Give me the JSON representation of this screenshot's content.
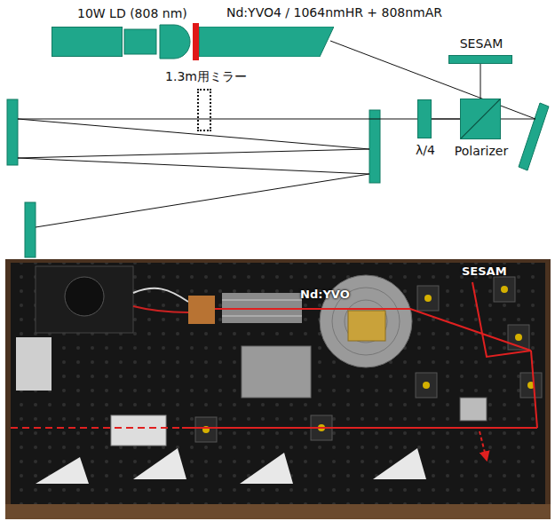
{
  "diagram": {
    "nodes": [
      {
        "text": [
          "10W LD (808 nm)"
        ]
      },
      {
        "text": [
          "Nd:YVO4 / 1064nmHR + 808nmAR"
        ]
      },
      {
        "text": [
          "SESAM"
        ]
      },
      {
        "text": [
          "1.3m用ミラー"
        ]
      },
      {
        "text": [
          "λ/4"
        ]
      },
      {
        "text": [
          "Polarizer"
        ]
      }
    ],
    "edges": [
      {
        "from": 5,
        "to": 2,
        "arrow": "none"
      },
      {
        "from": 4,
        "to": 5,
        "arrow": "none"
      }
    ],
    "labels": [
      "SESAM",
      "Nd:YVO"
    ]
  }
}
